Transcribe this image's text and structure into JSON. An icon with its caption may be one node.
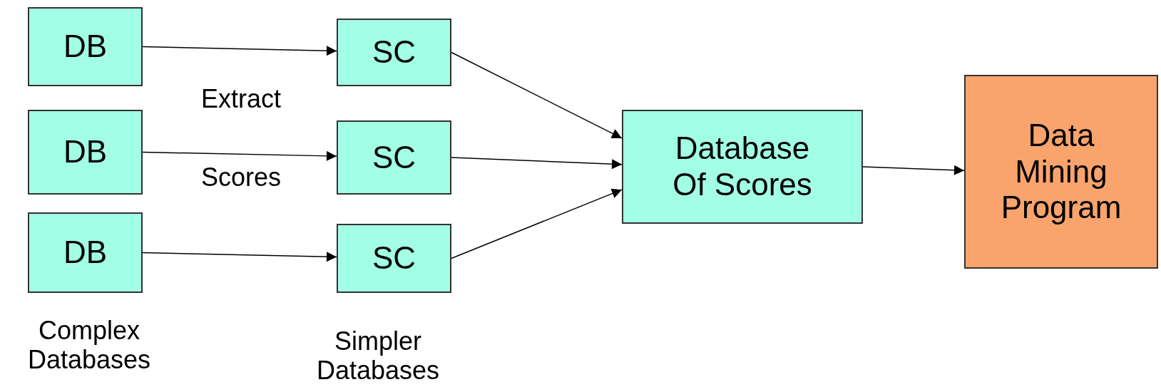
{
  "diagram": {
    "nodes": [
      {
        "text": [
          "DB"
        ]
      },
      {
        "text": [
          "DB"
        ]
      },
      {
        "text": [
          "DB"
        ]
      },
      {
        "text": [
          "SC"
        ]
      },
      {
        "text": [
          "SC"
        ]
      },
      {
        "text": [
          "SC"
        ]
      },
      {
        "text": [
          "Database Of Scores"
        ]
      },
      {
        "text": [
          "Data Mining Program"
        ]
      }
    ],
    "edges": [
      {
        "from": 0,
        "to": 3,
        "arrow": "to"
      },
      {
        "from": 1,
        "to": 4,
        "arrow": "to"
      },
      {
        "from": 2,
        "to": 5,
        "arrow": "to"
      },
      {
        "from": 3,
        "to": 6,
        "arrow": "to"
      },
      {
        "from": 4,
        "to": 6,
        "arrow": "to"
      },
      {
        "from": 5,
        "to": 6,
        "arrow": "to"
      },
      {
        "from": 6,
        "to": 7,
        "arrow": "to",
        "color": "#000000"
      }
    ],
    "labels": [
      "Extract",
      "Scores",
      "Complex Databases",
      "Simpler Databases"
    ]
  }
}
